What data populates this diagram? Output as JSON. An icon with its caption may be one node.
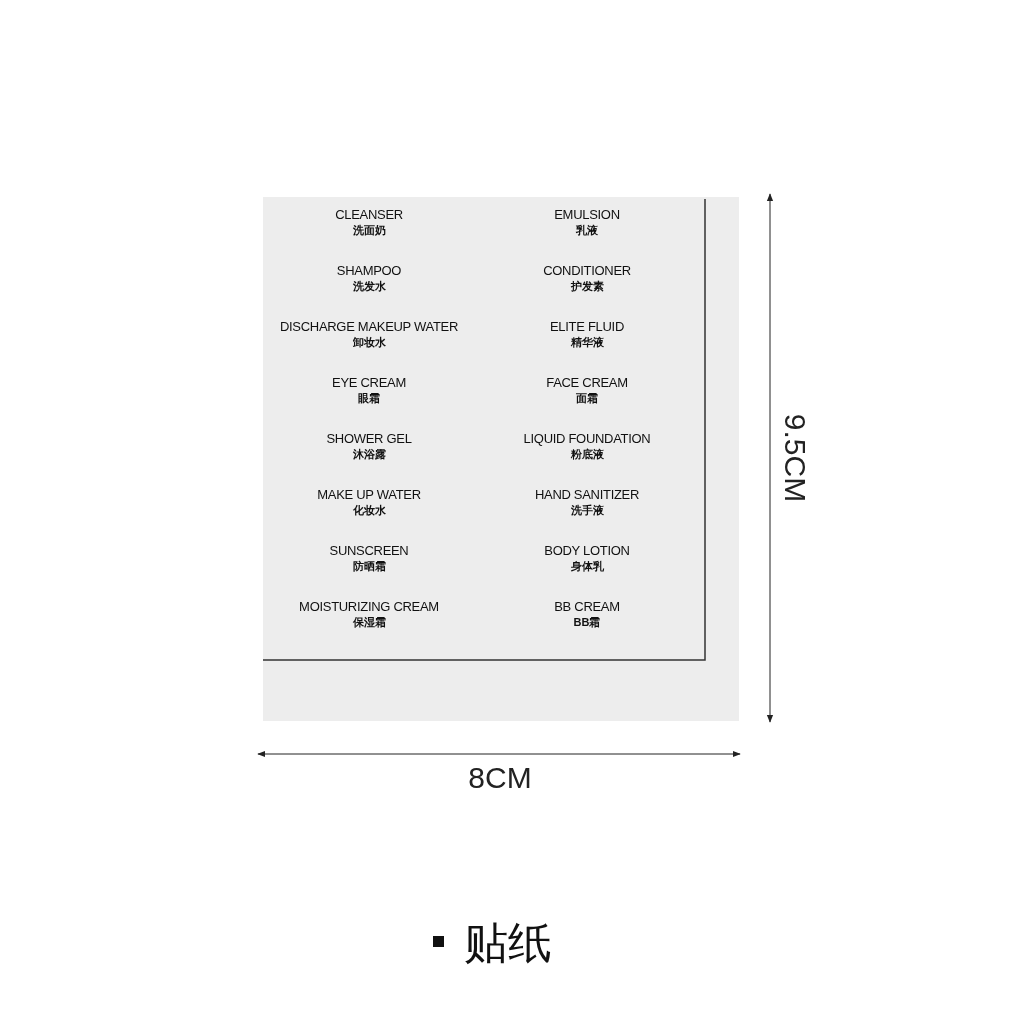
{
  "diagram": {
    "caption": "贴纸",
    "nodes": [
      {
        "text": [],
        "shape": "box"
      },
      {
        "text": [
          "CLEANSER",
          "洗面奶"
        ],
        "in": 0
      },
      {
        "text": [
          "EMULSION",
          "乳液"
        ],
        "in": 0
      },
      {
        "text": [
          "SHAMPOO",
          "洗发水"
        ],
        "in": 0
      },
      {
        "text": [
          "CONDITIONER",
          "护发素"
        ],
        "in": 0
      },
      {
        "text": [
          "DISCHARGE MAKEUP WATER",
          "卸妆水"
        ],
        "in": 0
      },
      {
        "text": [
          "ELITE FLUID",
          "精华液"
        ],
        "in": 0
      },
      {
        "text": [
          "EYE CREAM",
          "眼霜"
        ],
        "in": 0
      },
      {
        "text": [
          "FACE CREAM",
          "面霜"
        ],
        "in": 0
      },
      {
        "text": [
          "SHOWER GEL",
          "沐浴露"
        ],
        "in": 0
      },
      {
        "text": [
          "LIQUID FOUNDATION",
          "粉底液"
        ],
        "in": 0
      },
      {
        "text": [
          "MAKE UP WATER",
          "化妆水"
        ],
        "in": 0
      },
      {
        "text": [
          "HAND SANITIZER",
          "洗手液"
        ],
        "in": 0
      },
      {
        "text": [
          "SUNSCREEN",
          "防晒霜"
        ],
        "in": 0
      },
      {
        "text": [
          "BODY LOTION",
          "身体乳"
        ],
        "in": 0
      },
      {
        "text": [
          "MOISTURIZING CREAM",
          "保湿霜"
        ],
        "in": 0
      },
      {
        "text": [
          "BB CREAM",
          "BB霜"
        ],
        "in": 0
      }
    ],
    "labels": [
      "9.5CM",
      "8CM"
    ]
  }
}
